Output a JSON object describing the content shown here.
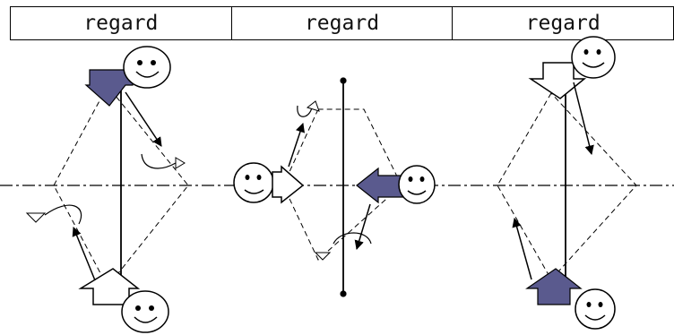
{
  "header": {
    "cells": [
      {
        "label": "regard"
      },
      {
        "label": "regard"
      },
      {
        "label": "regard"
      }
    ]
  },
  "colors": {
    "filled_arrow": "#5a5a8e",
    "outline": "#000000",
    "hollow_arrow": "#ffffff"
  },
  "panels": [
    {
      "name": "panel-1",
      "top_arrow": "filled",
      "bottom_arrow": "hollow"
    },
    {
      "name": "panel-2",
      "left_arrow": "hollow",
      "right_arrow": "filled"
    },
    {
      "name": "panel-3",
      "top_arrow": "hollow",
      "bottom_arrow": "filled"
    }
  ]
}
